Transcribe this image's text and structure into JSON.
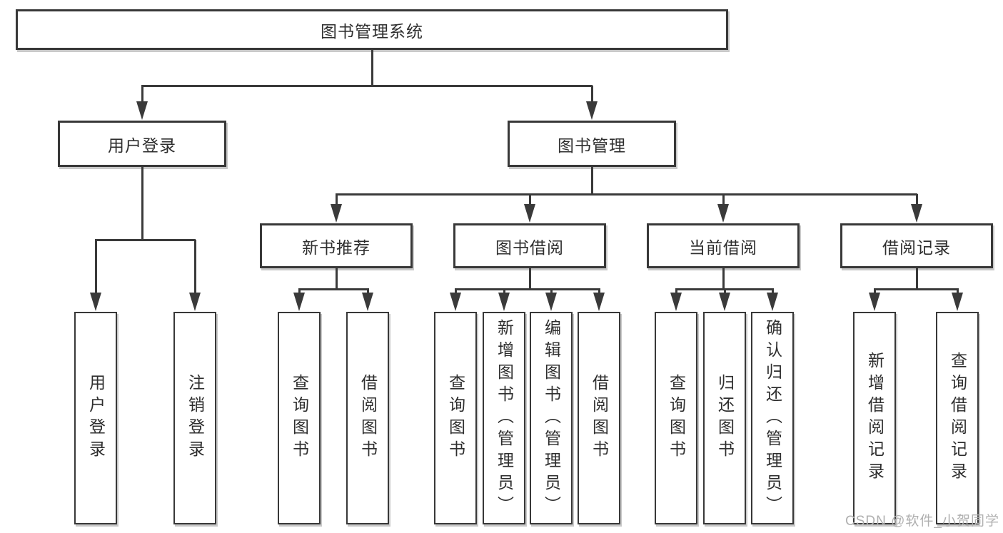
{
  "tree": {
    "label": "图书管理系统",
    "children": [
      {
        "label": "用户登录",
        "children": [
          {
            "label": "用户登录"
          },
          {
            "label": "注销登录"
          }
        ]
      },
      {
        "label": "图书管理",
        "children": [
          {
            "label": "新书推荐",
            "children": [
              {
                "label": "查询图书"
              },
              {
                "label": "借阅图书"
              }
            ]
          },
          {
            "label": "图书借阅",
            "children": [
              {
                "label": "查询图书"
              },
              {
                "label": "新增图书（管理员）"
              },
              {
                "label": "编辑图书（管理员）"
              },
              {
                "label": "借阅图书"
              }
            ]
          },
          {
            "label": "当前借阅",
            "children": [
              {
                "label": "查询图书"
              },
              {
                "label": "归还图书"
              },
              {
                "label": "确认归还（管理员）"
              }
            ]
          },
          {
            "label": "借阅记录",
            "children": [
              {
                "label": "新增借阅记录"
              },
              {
                "label": "查询借阅记录"
              }
            ]
          }
        ]
      }
    ]
  },
  "watermark": {
    "text": "CSDN @软件_小贺同学"
  },
  "colors": {
    "line": "#3a3a3a",
    "box_border": "#383838",
    "text": "#2e2e2e",
    "watermark": "#b0b0b0",
    "background": "#ffffff"
  }
}
